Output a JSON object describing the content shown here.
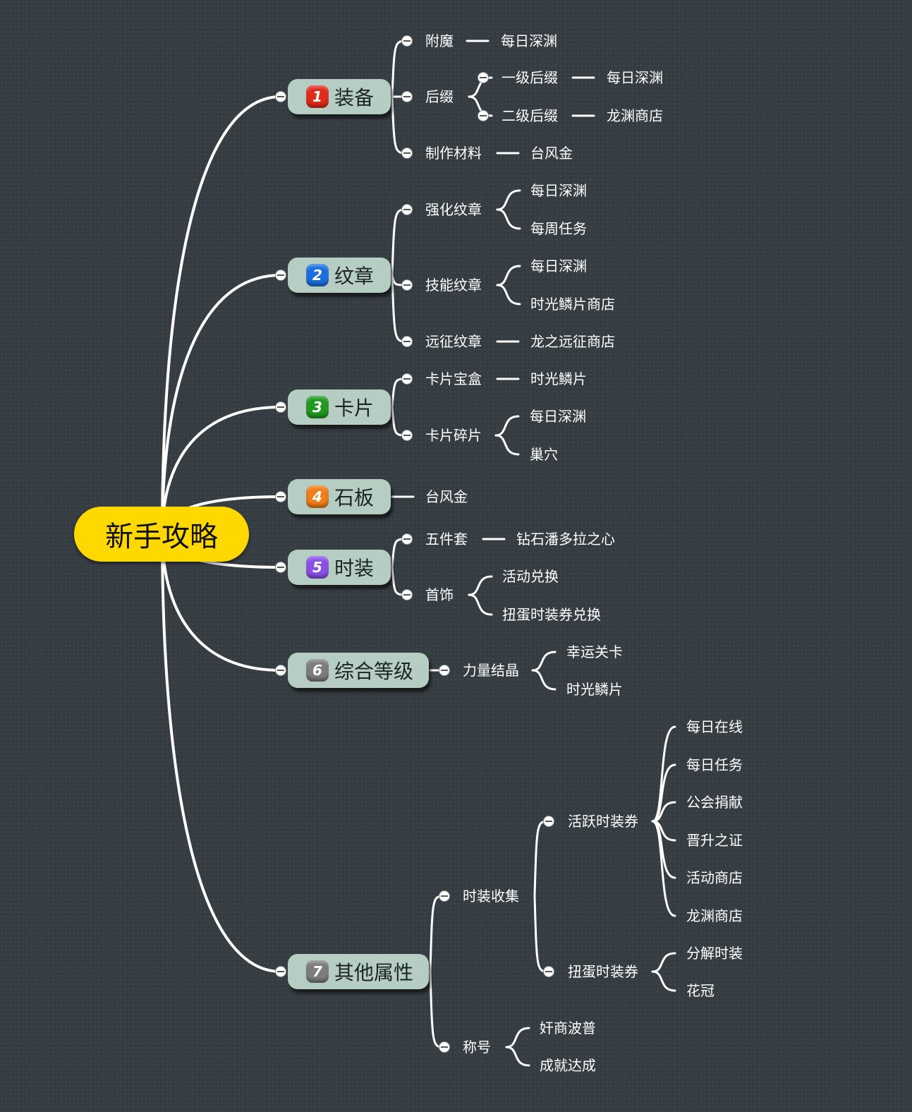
{
  "root": {
    "label": "新手攻略"
  },
  "branches": [
    {
      "num": "1",
      "label": "装备",
      "color": "#e02a1a",
      "children": [
        {
          "label": "附魔",
          "leaf": "每日深渊"
        },
        {
          "label": "后缀",
          "subs": [
            {
              "label": "一级后缀",
              "leaf": "每日深渊"
            },
            {
              "label": "二级后缀",
              "leaf": "龙渊商店"
            }
          ]
        },
        {
          "label": "制作材料",
          "leaf": "台风金"
        }
      ]
    },
    {
      "num": "2",
      "label": "纹章",
      "color": "#1a6fe0",
      "children": [
        {
          "label": "强化纹章",
          "leaves": [
            "每日深渊",
            "每周任务"
          ]
        },
        {
          "label": "技能纹章",
          "leaves": [
            "每日深渊",
            "时光鳞片商店"
          ]
        },
        {
          "label": "远征纹章",
          "leaf": "龙之远征商店"
        }
      ]
    },
    {
      "num": "3",
      "label": "卡片",
      "color": "#1f9a1f",
      "children": [
        {
          "label": "卡片宝盒",
          "leaf": "时光鳞片"
        },
        {
          "label": "卡片碎片",
          "leaves": [
            "每日深渊",
            "巢穴"
          ]
        }
      ]
    },
    {
      "num": "4",
      "label": "石板",
      "color": "#ef7d1a",
      "children": [
        {
          "label": "台风金"
        }
      ]
    },
    {
      "num": "5",
      "label": "时装",
      "color": "#8a4fe6",
      "children": [
        {
          "label": "五件套",
          "leaf": "钻石潘多拉之心"
        },
        {
          "label": "首饰",
          "leaves": [
            "活动兑换",
            "扭蛋时装券兑换"
          ]
        }
      ]
    },
    {
      "num": "6",
      "label": "综合等级",
      "color": "#7d7d7d",
      "children": [
        {
          "label": "力量结晶",
          "leaves": [
            "幸运关卡",
            "时光鳞片"
          ]
        }
      ]
    },
    {
      "num": "7",
      "label": "其他属性",
      "color": "#7d7d7d",
      "children": [
        {
          "label": "时装收集",
          "subs": [
            {
              "label": "活跃时装券",
              "leaves": [
                "每日在线",
                "每日任务",
                "公会捐献",
                "晋升之证",
                "活动商店",
                "龙渊商店"
              ]
            },
            {
              "label": "扭蛋时装券",
              "leaves": [
                "分解时装",
                "花冠"
              ]
            }
          ]
        },
        {
          "label": "称号",
          "leaves": [
            "奸商波普",
            "成就达成"
          ]
        }
      ]
    }
  ]
}
